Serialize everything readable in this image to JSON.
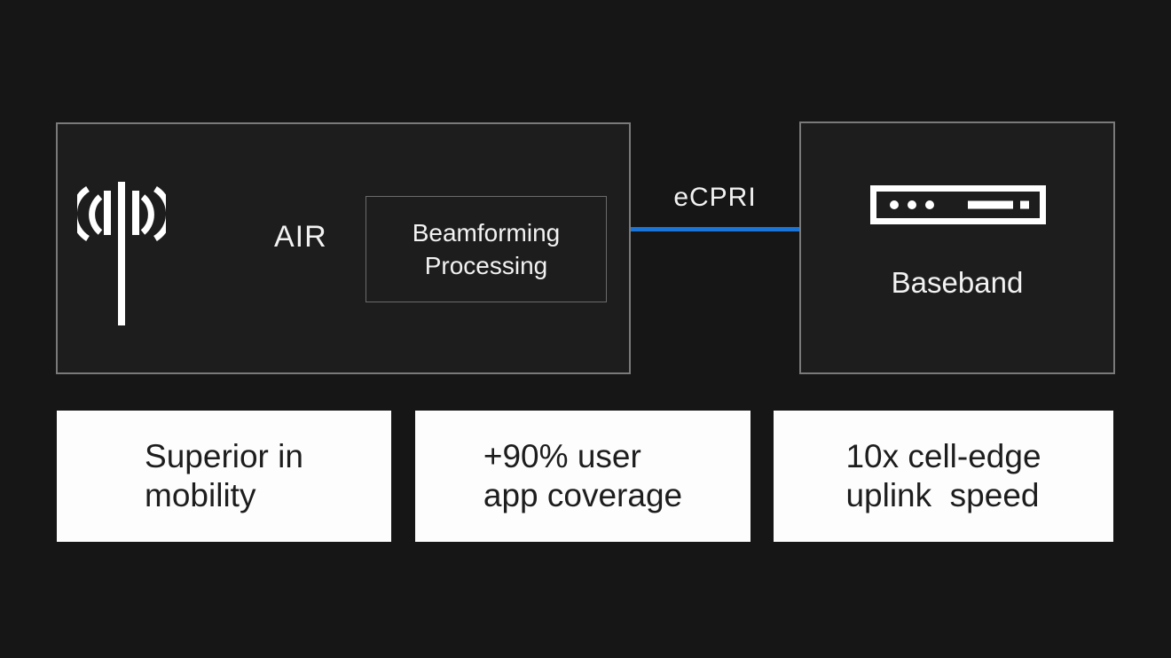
{
  "slide": {
    "air_box": {
      "label": "AIR",
      "beamforming": {
        "line1": "Beamforming",
        "line2": "Processing"
      }
    },
    "connector": {
      "label": "eCPRI"
    },
    "baseband_box": {
      "label": "Baseband"
    }
  },
  "cards": [
    {
      "line1": "Superior in",
      "line2": "mobility"
    },
    {
      "line1": "+90% user",
      "line2": "app coverage"
    },
    {
      "line1": "10x cell-edge",
      "line2": "uplink  speed"
    }
  ],
  "colors": {
    "background": "#161616",
    "panel_fill": "#1d1d1d",
    "panel_border": "#7a7a7a",
    "inner_border": "#6b6b6b",
    "connector_blue": "#1b74d8",
    "card_bg": "#fdfdfd",
    "card_text": "#1d1d1d",
    "light_text": "#f2f2f2"
  }
}
